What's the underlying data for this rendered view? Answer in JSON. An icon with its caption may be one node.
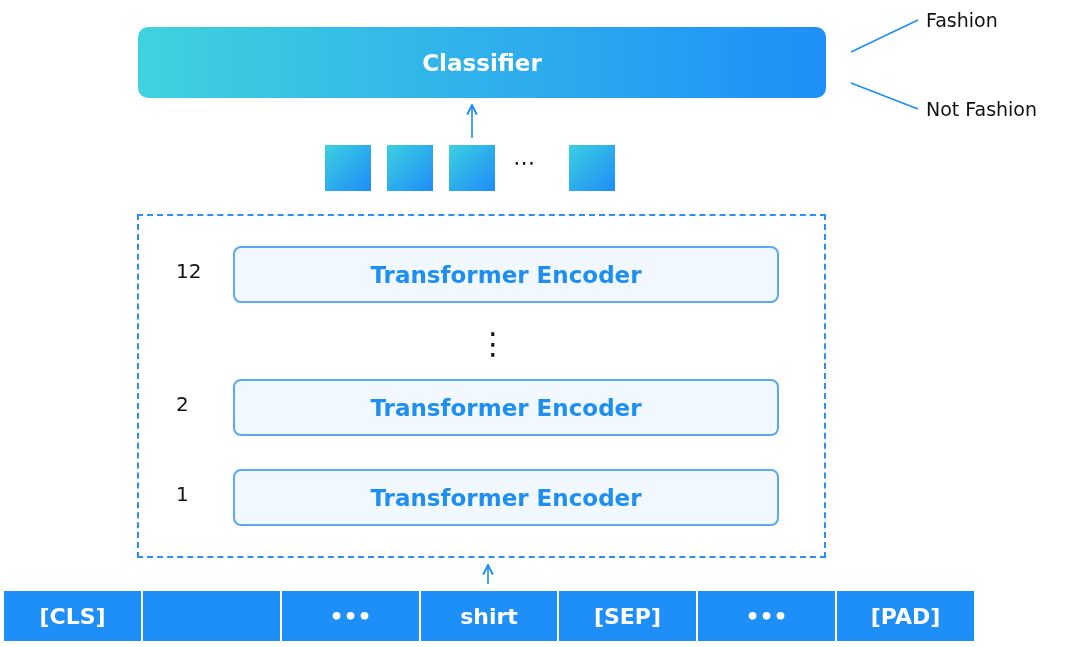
{
  "diagram": {
    "nodes": [
      {
        "text": [
          "Classifier"
        ]
      },
      {
        "text": [
          "Fashion"
        ]
      },
      {
        "text": [
          "Not Fashion"
        ]
      },
      {
        "text": [],
        "shape": "box"
      },
      {
        "text": [],
        "shape": "box"
      },
      {
        "text": [],
        "shape": "box"
      },
      {
        "text": [],
        "shape": "box"
      },
      {
        "text": [],
        "shape": "box"
      },
      {
        "text": [
          "Transformer Encoder"
        ],
        "in": 7,
        "beside": [
          "12"
        ]
      },
      {
        "text": [
          "Transformer Encoder"
        ],
        "in": 7,
        "beside": [
          "2"
        ]
      },
      {
        "text": [
          "Transformer Encoder"
        ],
        "in": 7,
        "beside": [
          "1"
        ]
      },
      {
        "text": [
          "[CLS]"
        ]
      },
      {
        "text": [],
        "shape": "box"
      },
      {
        "text": [
          "•••"
        ]
      },
      {
        "text": [
          "shirt"
        ]
      },
      {
        "text": [
          "[SEP]"
        ]
      },
      {
        "text": [
          "•••"
        ]
      },
      {
        "text": [
          "[PAD]"
        ]
      }
    ],
    "edges": [
      {
        "from": 0,
        "to": 1,
        "arrow": "none"
      },
      {
        "from": 0,
        "to": 2,
        "arrow": "none"
      },
      {
        "from": 5,
        "to": 0,
        "arrow": "to"
      },
      {
        "from": 14,
        "to": 7,
        "arrow": "to"
      }
    ],
    "labels": [
      "⋯",
      "⋮"
    ]
  }
}
